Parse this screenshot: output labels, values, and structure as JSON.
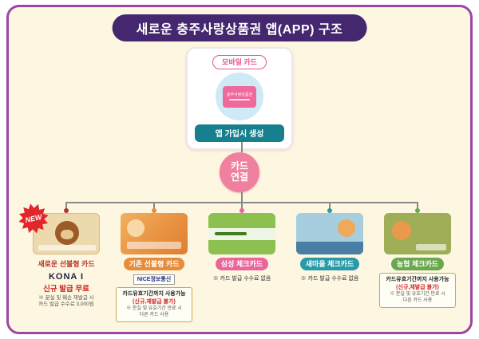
{
  "title": "새로운 충주사랑상품권 앱(APP) 구조",
  "mobile": {
    "pill": "모바일 카드",
    "card_text": "충주사랑상품권",
    "caption": "앱 가입시 생성"
  },
  "connector": {
    "line1": "카드",
    "line2": "연결"
  },
  "cards": [
    {
      "badge": "NEW",
      "name": "새로운 선불형 카드",
      "brand": "KONA I",
      "highlight": "신규 발급 무료",
      "note1": "※ 분실 및 훼손 재발급 시",
      "note2": "카드 발급 수수료 3,000원"
    },
    {
      "name": "기존 선불형 카드",
      "brand": "NICE정보통신",
      "box1": "카드유효기간까지 사용가능",
      "box2": "(신규,재발급 불가)",
      "box3": "※ 분실 및 유효기간 만료 시",
      "box4": "다른 카드 사용"
    },
    {
      "name": "삼성 체크카드",
      "note1": "※ 카드 발급 수수료 없음"
    },
    {
      "name": "새마을 체크카드",
      "note1": "※ 카드 발급 수수료 없음"
    },
    {
      "name": "농협 체크카드",
      "box1": "카드유효기간까지 사용가능",
      "box2": "(신규,재발급 불가)",
      "box3": "※ 분실 및 유효기간 만료 시",
      "box4": "다른 카드 사용"
    }
  ],
  "colors": {
    "frame_border": "#9a47a5",
    "background": "#fdf6e0",
    "title_bg": "#44276f",
    "pink_accent": "#e8548d",
    "teal_accent": "#17808e",
    "connector_circle": "#f0809f",
    "card_label_colors": [
      "#b5342a",
      "#e98c3a",
      "#e8679b",
      "#2a9aa8",
      "#6aa84f"
    ]
  }
}
